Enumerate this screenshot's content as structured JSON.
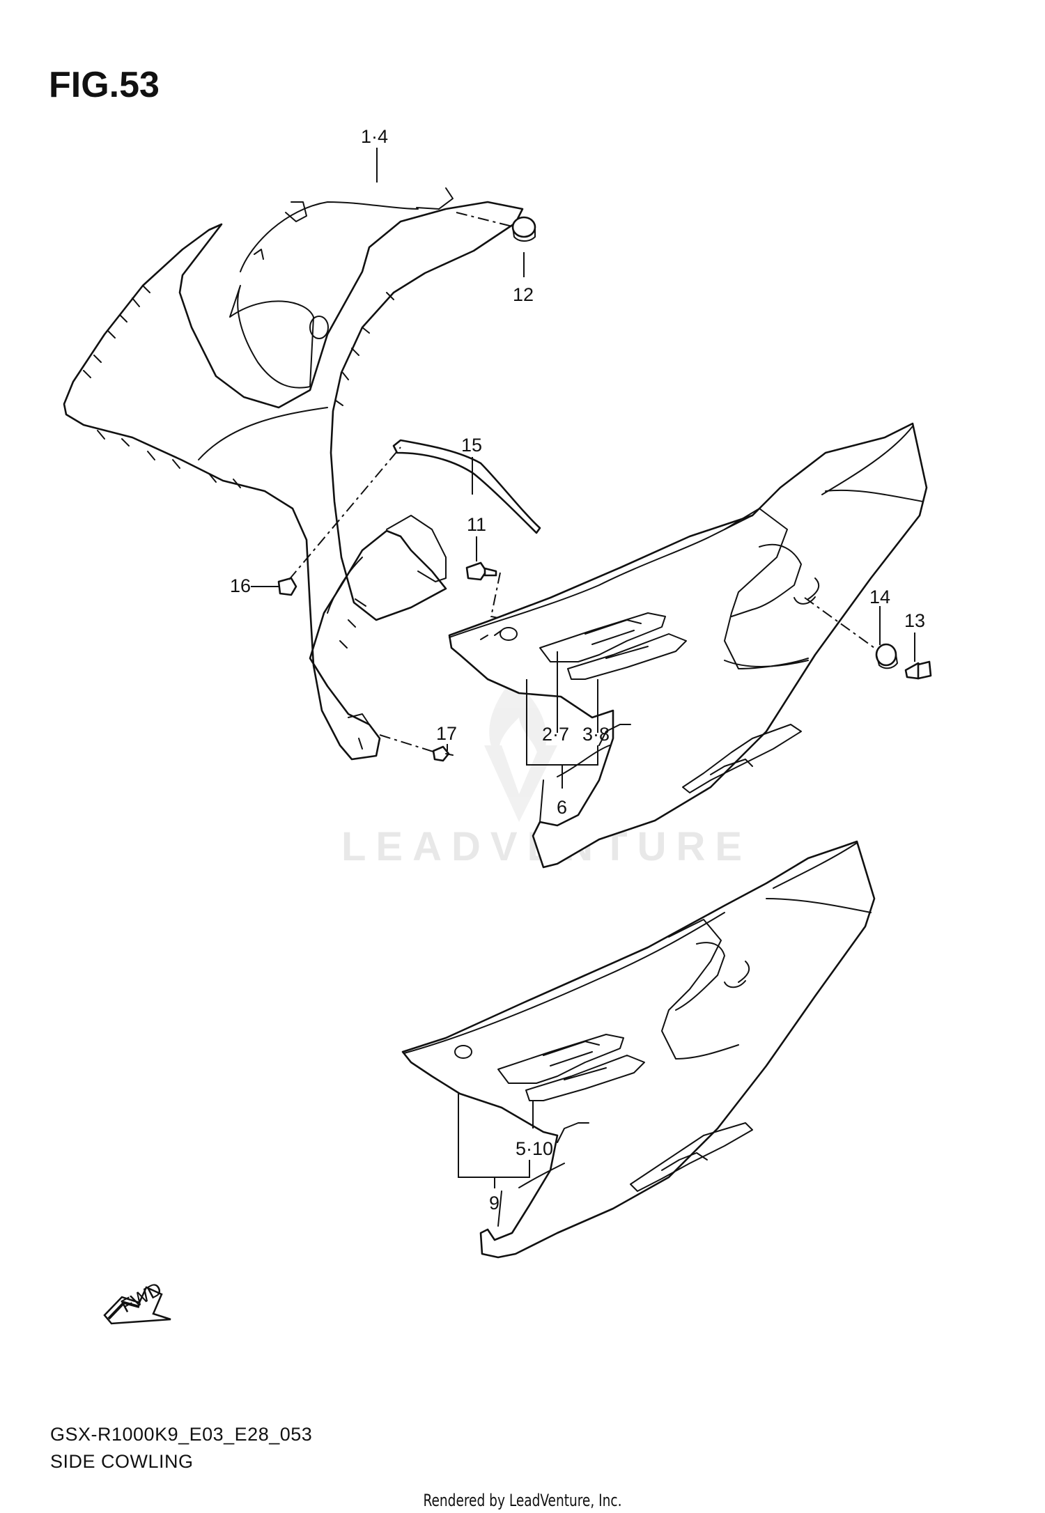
{
  "figure": {
    "title": "FIG.53",
    "model_code": "GSX-R1000K9_E03_E28_053",
    "name": "SIDE COWLING"
  },
  "callouts": {
    "c1_4": "1·4",
    "c12": "12",
    "c15": "15",
    "c11": "11",
    "c16": "16",
    "c14": "14",
    "c13": "13",
    "c3_8": "3·8",
    "c2_7": "2·7",
    "c6": "6",
    "c17": "17",
    "c5_10": "5·10",
    "c9": "9"
  },
  "fwd_label": "FWD",
  "watermark": "LEADVENTURE",
  "credit": "Rendered by LeadVenture, Inc."
}
